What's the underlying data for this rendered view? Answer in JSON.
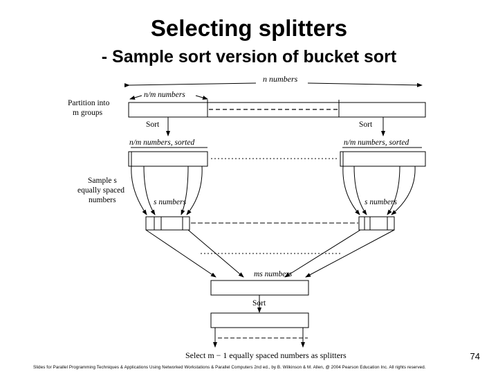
{
  "title": "Selecting splitters",
  "subtitle": "- Sample sort version of bucket sort",
  "diagram": {
    "n_numbers": "n numbers",
    "partition_line1": "Partition into",
    "partition_line2": "m groups",
    "nm_numbers": "n/m numbers",
    "sort_left": "Sort",
    "sort_right": "Sort",
    "nm_sorted_left": "n/m numbers, sorted",
    "nm_sorted_right": "n/m numbers, sorted",
    "sample_line1": "Sample s",
    "sample_line2": "equally spaced",
    "sample_line3": "numbers",
    "s_numbers_left": "s numbers",
    "s_numbers_right": "s numbers",
    "ms_numbers": "ms numbers",
    "sort_center": "Sort",
    "select_caption": "Select m − 1 equally spaced numbers as splitters"
  },
  "slide_number": "74",
  "footer": "Slides for Parallel Programming Techniques & Applications Using Networked Workstations & Parallel Computers 2nd ed., by B. Wilkinson & M. Allen, @ 2004 Pearson Education Inc. All rights reserved."
}
